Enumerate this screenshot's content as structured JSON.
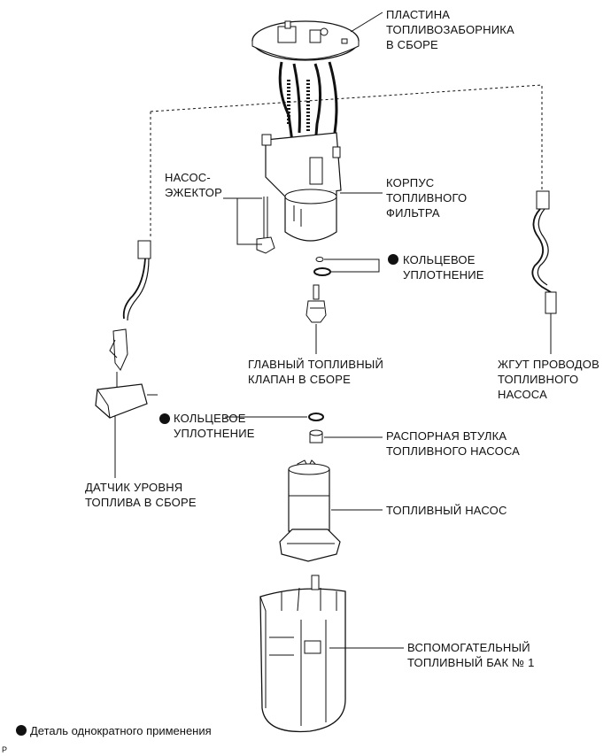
{
  "labels": {
    "plate": [
      "ПЛАСТИНА",
      "ТОПЛИВОЗАБОРНИКА",
      "В СБОРЕ"
    ],
    "ejector": [
      "НАСОС-",
      "ЭЖЕКТОР"
    ],
    "filter": [
      "КОРПУС",
      "ТОПЛИВНОГО",
      "ФИЛЬТРА"
    ],
    "oring1": [
      "КОЛЬЦЕВОЕ",
      "УПЛОТНЕНИЕ"
    ],
    "valve": [
      "ГЛАВНЫЙ ТОПЛИВНЫЙ",
      "КЛАПАН В СБОРЕ"
    ],
    "harness": [
      "ЖГУТ ПРОВОДОВ",
      "ТОПЛИВНОГО",
      "НАСОСА"
    ],
    "oring2": [
      "КОЛЬЦЕВОЕ",
      "УПЛОТНЕНИЕ"
    ],
    "spacer": [
      "РАСПОРНАЯ ВТУЛКА",
      "ТОПЛИВНОГО НАСОСА"
    ],
    "sender": [
      "ДАТЧИК УРОВНЯ",
      "ТОПЛИВА В СБОРЕ"
    ],
    "pump": [
      "ТОПЛИВНЫЙ НАСОС"
    ],
    "subtank": [
      "ВСПОМОГАТЕЛЬНЫЙ",
      "ТОПЛИВНЫЙ БАК № 1"
    ]
  },
  "legend": "Деталь однократного применения",
  "corner_mark": "P",
  "colors": {
    "line": "#111111",
    "fill": "#ffffff",
    "shade": "#d9d9d9",
    "dot": "#111111"
  }
}
